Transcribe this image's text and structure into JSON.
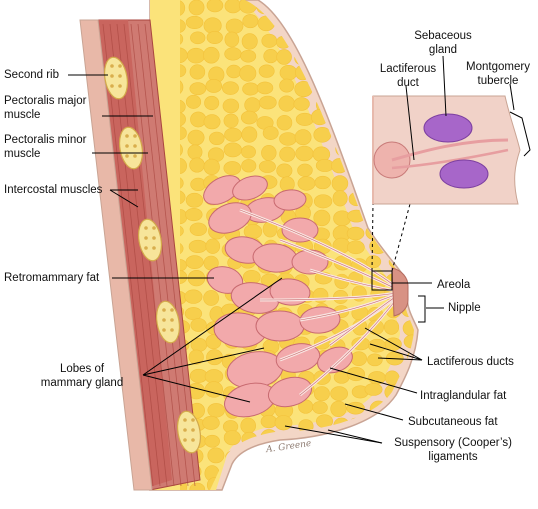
{
  "labels": {
    "second_rib": "Second rib",
    "pectoralis_major": [
      "Pectoralis major",
      "muscle"
    ],
    "pectoralis_minor": [
      "Pectoralis minor",
      "muscle"
    ],
    "intercostal": "Intercostal muscles",
    "retromammary": "Retromammary fat",
    "lobes": [
      "Lobes of",
      "mammary gland"
    ],
    "sebaceous": [
      "Sebaceous",
      "gland"
    ],
    "lactiferous_duct": [
      "Lactiferous",
      "duct"
    ],
    "montgomery": [
      "Montgomery",
      "tubercle"
    ],
    "areola": "Areola",
    "nipple": "Nipple",
    "lactiferous_ducts": "Lactiferous ducts",
    "intraglandular": "Intraglandular fat",
    "subcutaneous": "Subcutaneous fat",
    "suspensory": [
      "Suspensory (Cooper’s)",
      "ligaments"
    ]
  },
  "signature": "A. Greene",
  "colors": {
    "skin": "#f3d6c6",
    "skin_edge": "#c9a494",
    "fat": "#fbe37a",
    "fat_lobule": "#f7cf4c",
    "muscle": "#cf7a72",
    "muscle_fiber": "#a9463f",
    "gland": "#f2a9ab",
    "gland_edge": "#c86a70",
    "sebaceous": "#a766c9",
    "rib": "#f7e59a",
    "leader": "#000000"
  }
}
